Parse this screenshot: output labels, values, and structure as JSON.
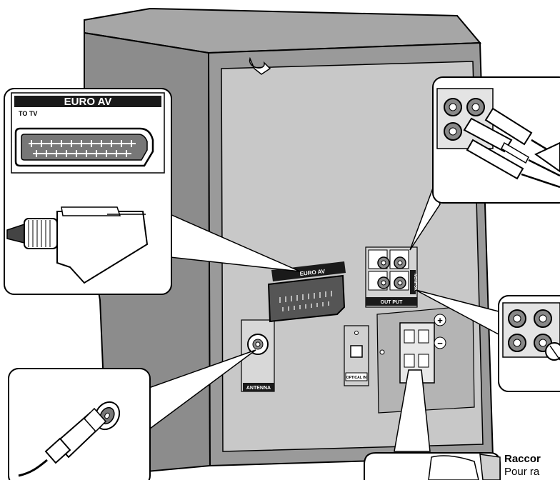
{
  "labels": {
    "euro_av_callout_title": "EURO AV",
    "to_tv": "TO TV",
    "euro_av_panel": "EURO AV",
    "output_panel": "OUT PUT",
    "monitor": "MONITOR",
    "antenna": "ANTENNA",
    "optical_in": "OPTICAL IN",
    "plus_sign": "+",
    "minus_sign": "−"
  },
  "caption": {
    "title": "Raccor",
    "body": "Pour ra"
  },
  "colors": {
    "cabinet_side": "#8c8c8c",
    "cabinet_top": "#a6a6a6",
    "back_panel": "#c8c8c8",
    "inset_panel": "#b4b4b4",
    "outline": "#000000",
    "callout_bg": "#ffffff",
    "label_bar": "#1a1a1a"
  }
}
